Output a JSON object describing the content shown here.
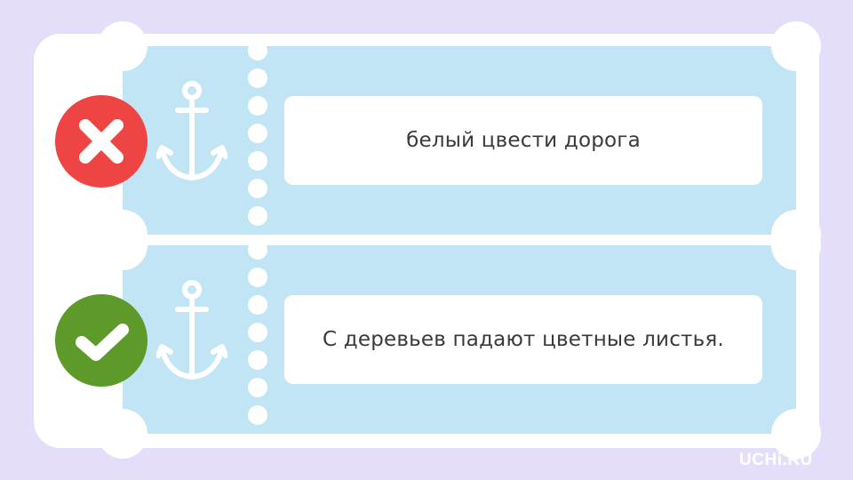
{
  "cards": [
    {
      "text": "белый цвести дорога",
      "status": "wrong",
      "status_color": "#ef4444"
    },
    {
      "text": "С деревьев падают цветные листья.",
      "status": "correct",
      "status_color": "#5e9a2a"
    }
  ],
  "icons": [
    "close-icon",
    "check-icon",
    "anchor-icon"
  ],
  "colors": {
    "background": "#e4defa",
    "ticket": "#c1e5f4",
    "card": "#ffffff"
  },
  "brand": {
    "logo_text": "UCHi.RU"
  }
}
